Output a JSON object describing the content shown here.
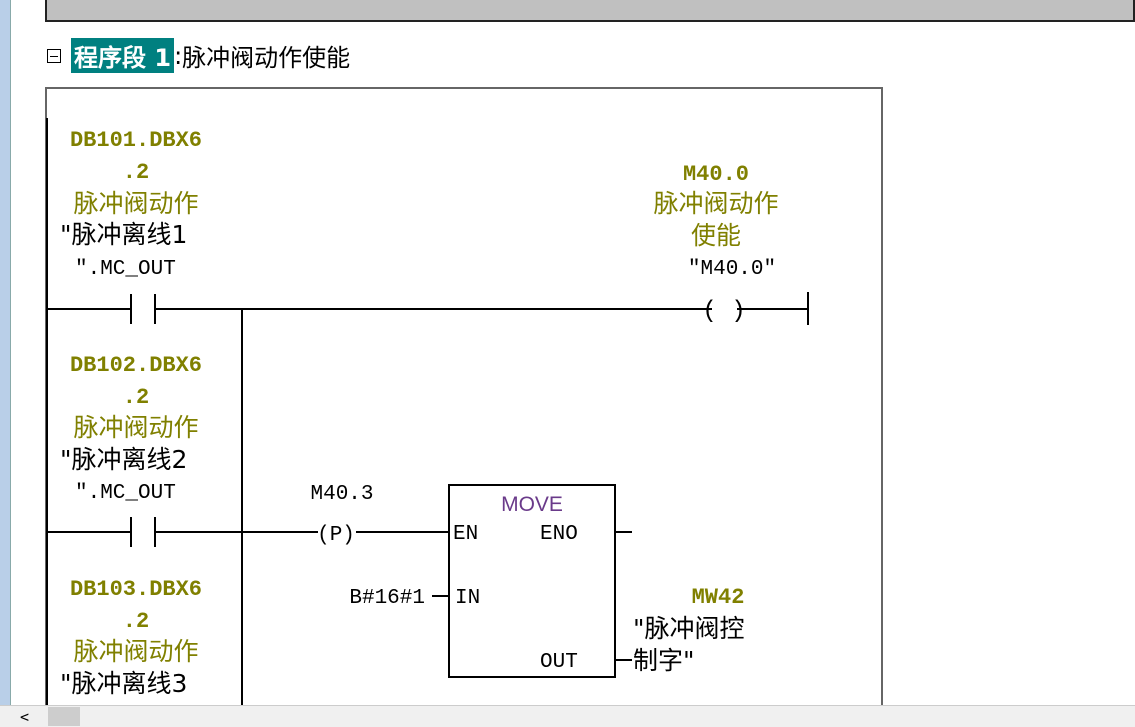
{
  "network": {
    "label": "程序段 1",
    "colon": ":",
    "title": "脉冲阀动作使能"
  },
  "contacts": [
    {
      "addr1": "DB101.DBX6",
      "addr2": ".2",
      "cmt": "脉冲阀动作",
      "sym1": "\"脉冲离线1",
      "sym2": "\".MC_OUT"
    },
    {
      "addr1": "DB102.DBX6",
      "addr2": ".2",
      "cmt": "脉冲阀动作",
      "sym1": "\"脉冲离线2",
      "sym2": "\".MC_OUT"
    },
    {
      "addr1": "DB103.DBX6",
      "addr2": ".2",
      "cmt": "脉冲阀动作",
      "sym1": "\"脉冲离线3"
    }
  ],
  "coil": {
    "addr": "M40.0",
    "cmt1": "脉冲阀动作",
    "cmt2": "使能",
    "sym": "\"M40.0\"",
    "glyph": "( )"
  },
  "edge": {
    "addr": "M40.3",
    "glyph": "(P)"
  },
  "move": {
    "title": "MOVE",
    "en": "EN",
    "eno": "ENO",
    "in": "IN",
    "out": "OUT",
    "in_value": "B#16#1",
    "out_addr": "MW42",
    "out_sym1": "\"脉冲阀控",
    "out_sym2": "制字\""
  },
  "colors": {
    "accent": "#008080",
    "operand": "#808000"
  }
}
